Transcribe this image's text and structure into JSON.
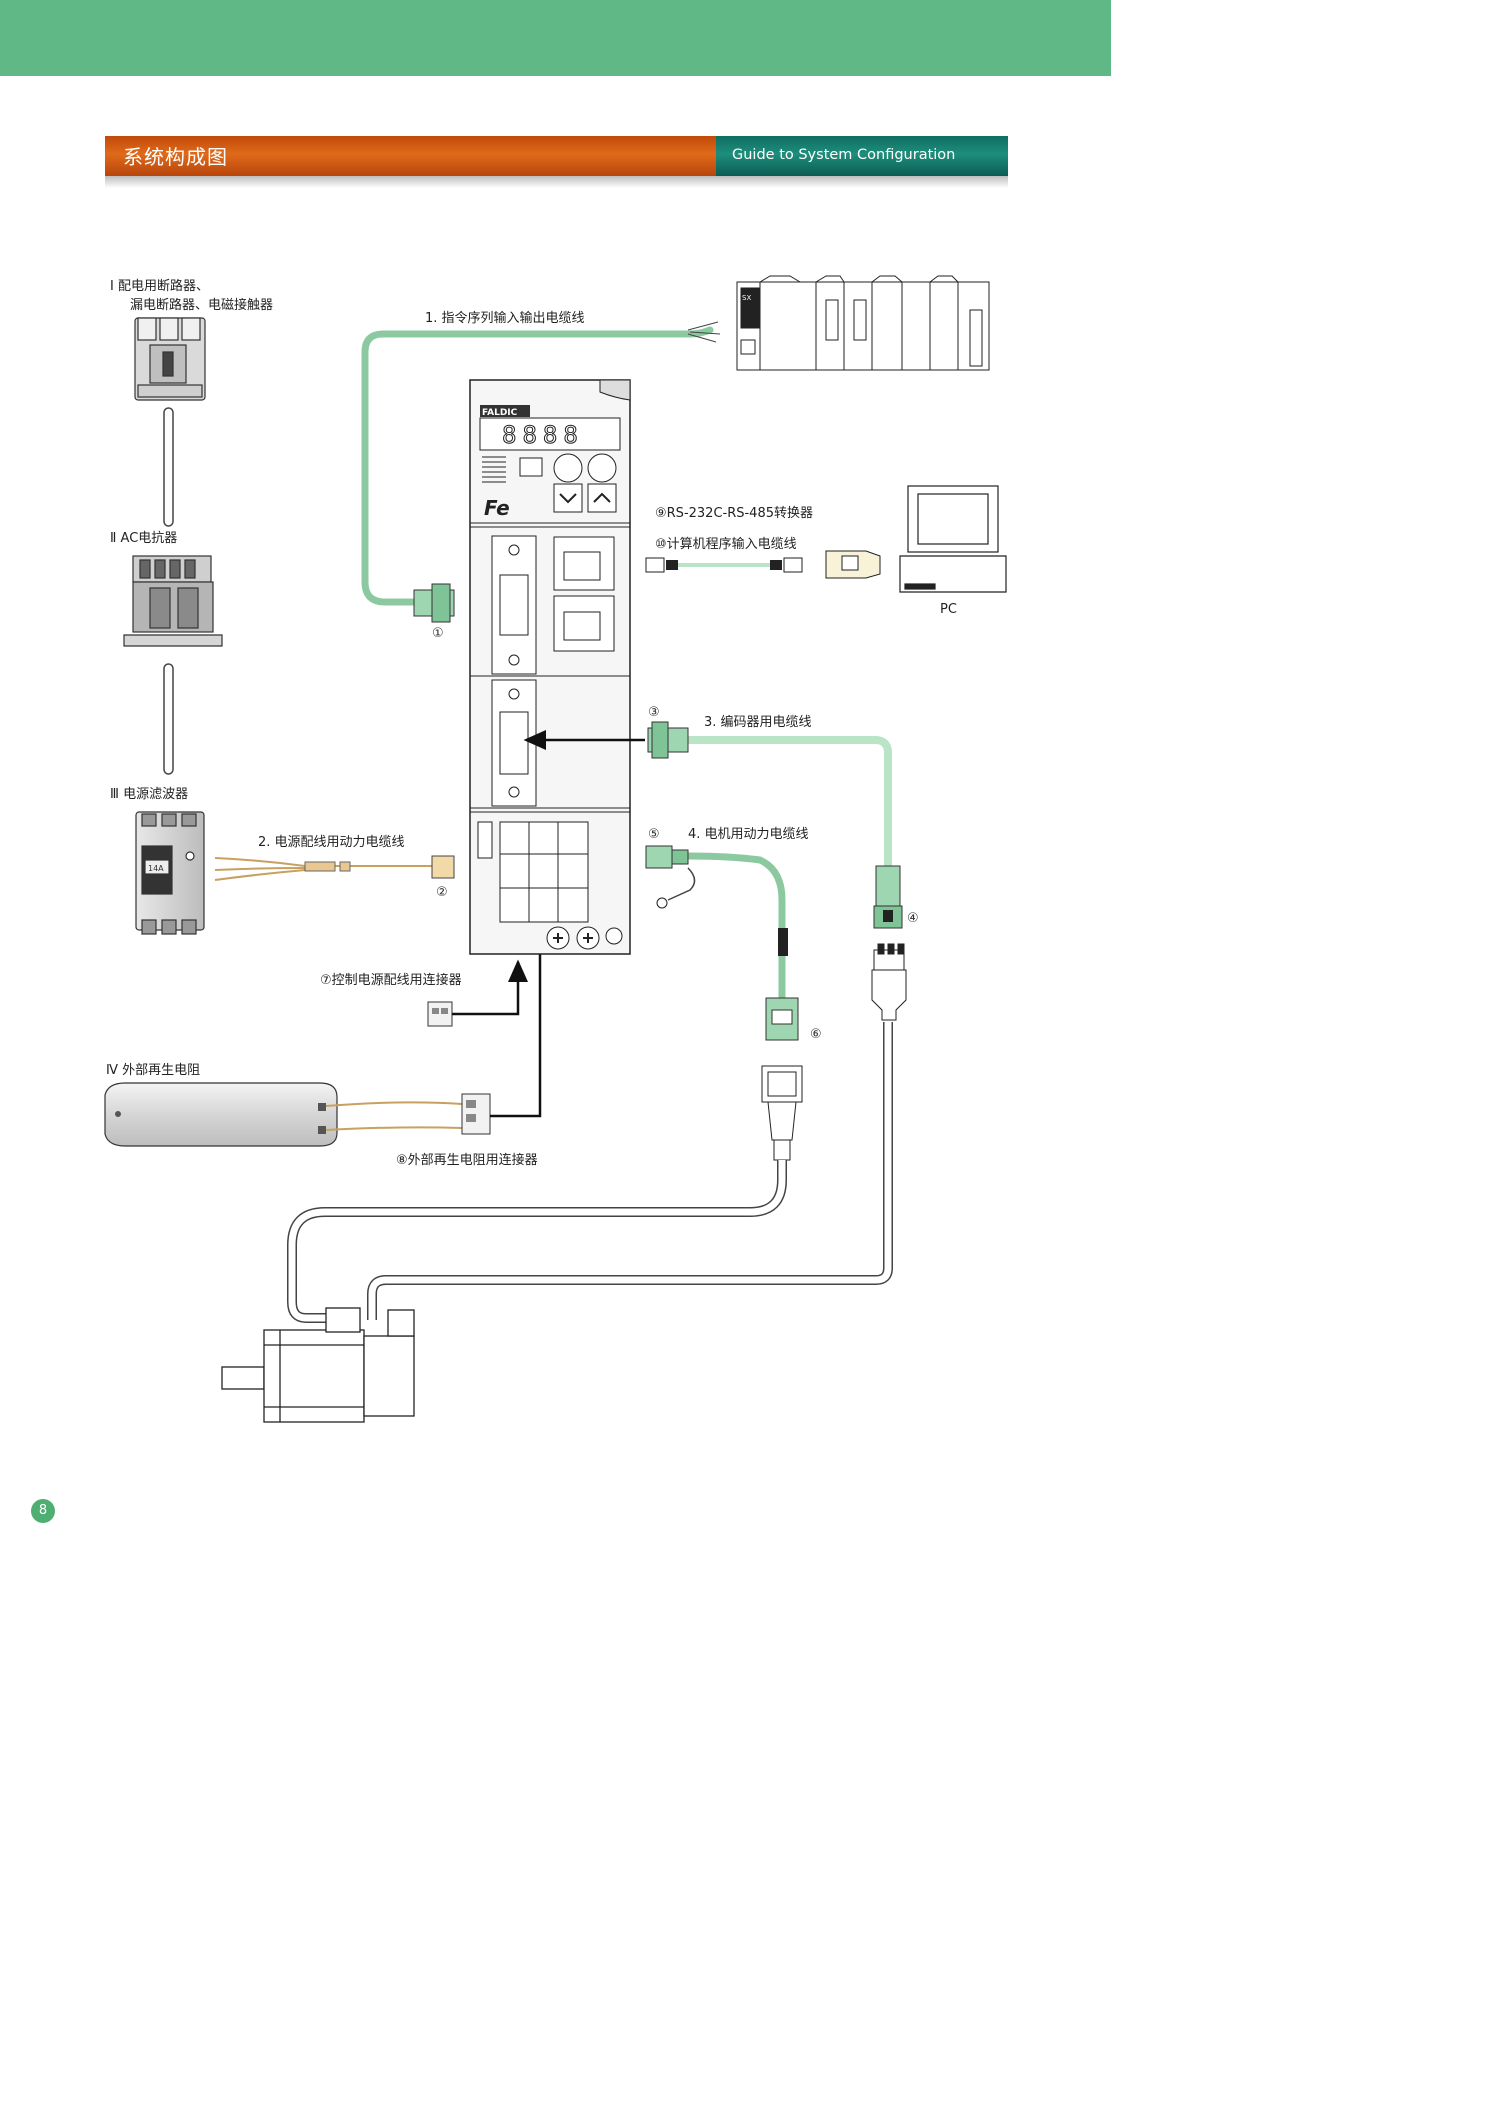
{
  "header": {
    "title_cn": "系统构成图",
    "title_en": "Guide to System Configuration",
    "accent_green": "#5fb886",
    "accent_orange": "#d35a12",
    "accent_teal": "#137a6c"
  },
  "devices": {
    "breaker": {
      "label_1": "Ⅰ 配电用断路器、",
      "label_2": "漏电断路器、电磁接触器"
    },
    "reactor": {
      "label": "Ⅱ AC电抗器"
    },
    "filter": {
      "label": "Ⅲ 电源滤波器",
      "badge": "14A"
    },
    "resistor": {
      "label": "Ⅳ 外部再生电阻"
    },
    "pc": {
      "label": "PC"
    },
    "amplifier": {
      "brand": "FALDIC",
      "display": "8888",
      "logo": "Fe"
    },
    "plc": {
      "module_text": "SX"
    }
  },
  "cables": {
    "c1": "1. 指令序列输入输出电缆线",
    "c2": "2. 电源配线用动力电缆线",
    "c3": "3. 编码器用电缆线",
    "c4": "4. 电机用动力电缆线",
    "c7": "⑦控制电源配线用连接器",
    "c8": "⑧外部再生电阻用连接器",
    "c9": "⑨RS-232C-RS-485转换器",
    "c10": "⑩计算机程序输入电缆线"
  },
  "markers": {
    "m1": "①",
    "m2": "②",
    "m3": "③",
    "m4": "④",
    "m5": "⑤",
    "m6": "⑥"
  },
  "footer": {
    "page_number": "8"
  }
}
